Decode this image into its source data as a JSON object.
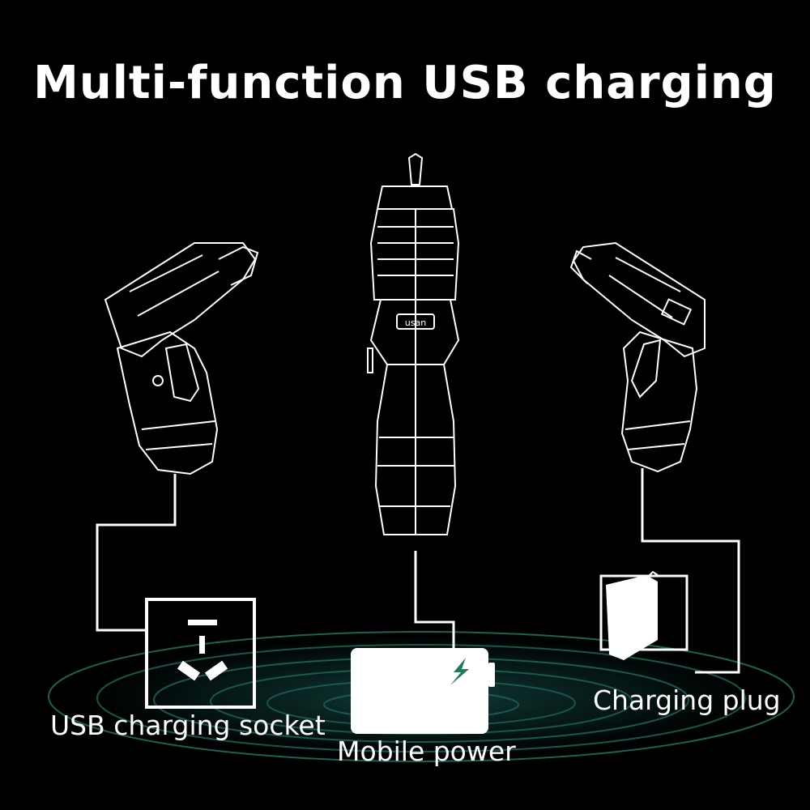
{
  "title": "Multi-function USB charging",
  "labels": {
    "socket": "USB charging socket",
    "power": "Mobile power",
    "plug": "Charging plug"
  },
  "product_text": "usan",
  "colors": {
    "background": "#000000",
    "line": "#ffffff",
    "glow": "#1f6f66"
  },
  "icons": [
    "screwdriver-left",
    "screwdriver-center",
    "screwdriver-right",
    "socket-icon",
    "power-bank-icon",
    "lightning-icon",
    "plug-icon"
  ]
}
